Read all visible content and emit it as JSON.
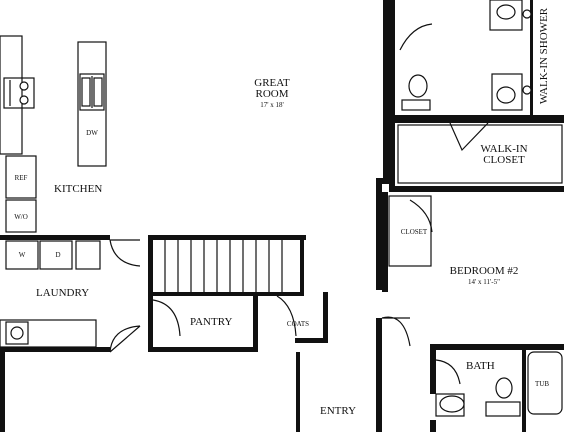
{
  "rooms": {
    "great_room": {
      "name_line1": "GREAT",
      "name_line2": "ROOM",
      "size": "17' x 18'"
    },
    "kitchen": {
      "name": "KITCHEN"
    },
    "laundry": {
      "name": "LAUNDRY"
    },
    "pantry": {
      "name": "PANTRY"
    },
    "entry": {
      "name": "ENTRY"
    },
    "bedroom2": {
      "name": "BEDROOM #2",
      "size": "14' x 11'-5\""
    },
    "bath": {
      "name": "BATH"
    },
    "walk_in_closet": {
      "name_line1": "WALK-IN",
      "name_line2": "CLOSET"
    },
    "walk_in_shower": {
      "name": "WALK-IN SHOWER"
    }
  },
  "fixtures": {
    "dishwasher": "DW",
    "refrigerator": "REF",
    "wall_oven": "W/O",
    "washer": "W",
    "dryer": "D",
    "coats": "COATS",
    "closet": "CLOSET",
    "tub": "TUB"
  }
}
